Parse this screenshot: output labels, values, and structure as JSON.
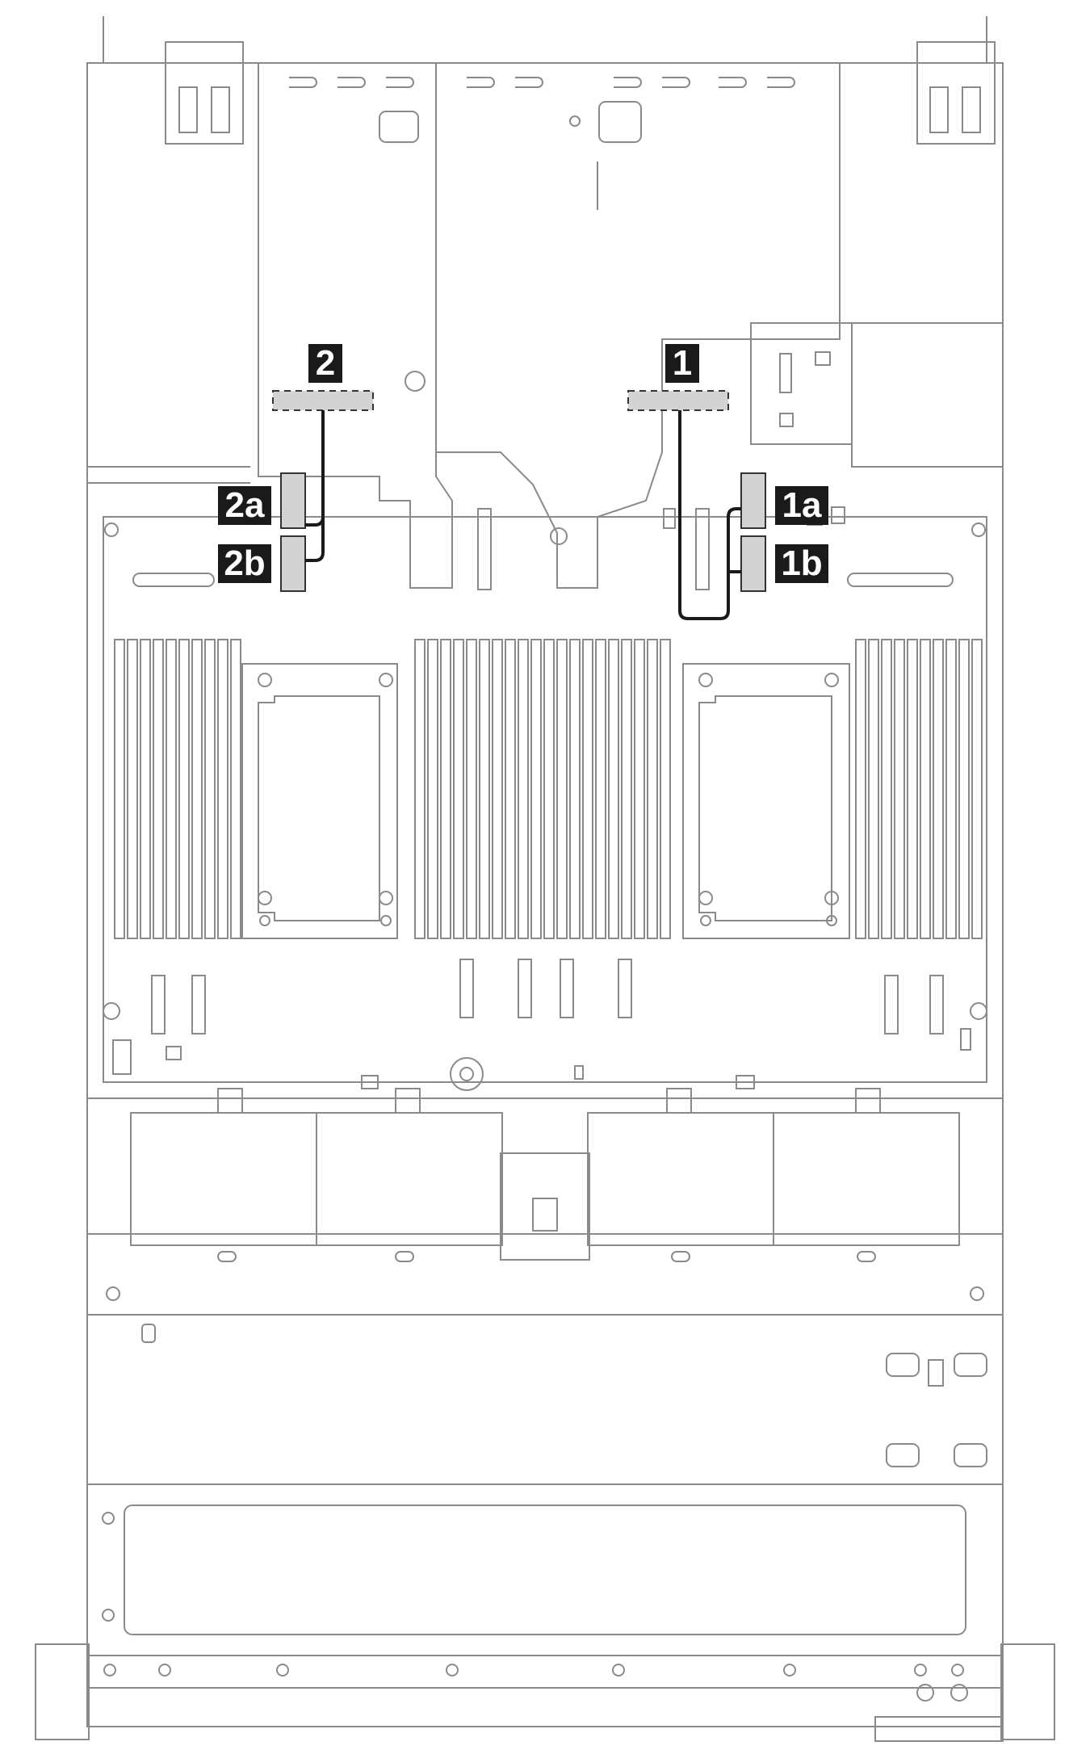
{
  "diagram": {
    "callouts": {
      "c1": "1",
      "c1a": "1a",
      "c1b": "1b",
      "c2": "2",
      "c2a": "2a",
      "c2b": "2b"
    },
    "colors": {
      "line": "#8a8a8a",
      "cable": "#1a1a1a",
      "connector_fill": "#d3d3d3",
      "callout_bg": "#1a1a1a",
      "callout_text": "#ffffff"
    }
  }
}
